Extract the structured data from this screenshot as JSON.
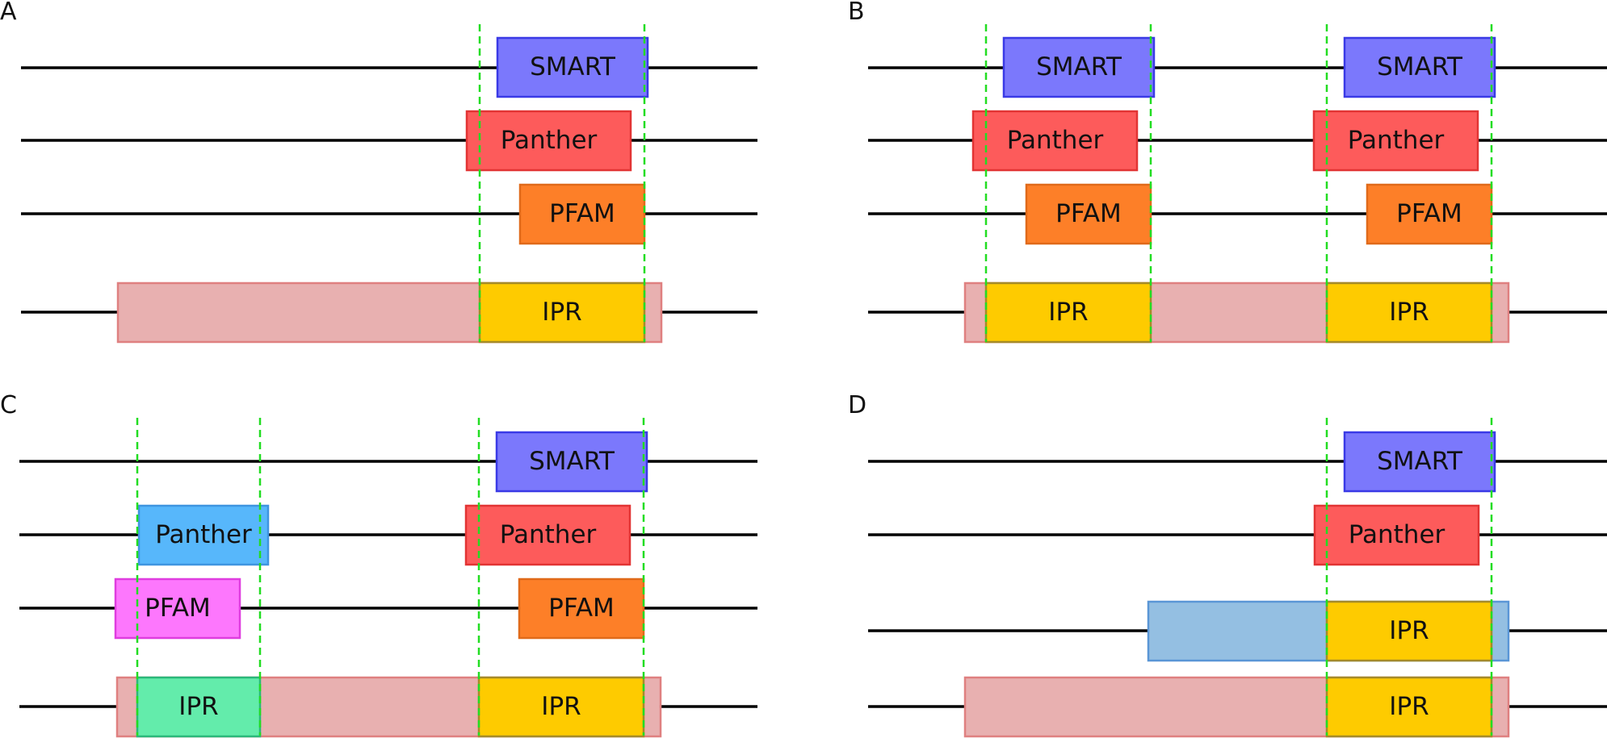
{
  "colors": {
    "line": "#000000",
    "guide": "#22dd22",
    "smart_fill": "#7b78fc",
    "smart_stroke": "#3a3ae6",
    "panther_fill": "#fd5b5b",
    "panther_stroke": "#e23434",
    "pfam_fill": "#fd7f28",
    "pfam_stroke": "#e06a1a",
    "ipr_fill": "#fecb00",
    "ipr_stroke": "#a58b28",
    "region_fill": "#e8b0b0",
    "region_stroke": "#df8080",
    "panther_alt_fill": "#57b7fb",
    "panther_alt_stroke": "#3f95e0",
    "pfam_alt_fill": "#fd77fd",
    "pfam_alt_stroke": "#df3ddf",
    "ipr_alt_fill": "#63ecab",
    "ipr_alt_stroke": "#2ab87a",
    "region_alt_fill": "#94bfe2",
    "region_alt_stroke": "#5a96d6"
  },
  "panels": [
    {
      "letter": "A",
      "boxes": [
        {
          "kind": "smart",
          "label": "SMART"
        },
        {
          "kind": "panther",
          "label": "Panther"
        },
        {
          "kind": "pfam",
          "label": "PFAM"
        },
        {
          "kind": "region",
          "label": ""
        },
        {
          "kind": "ipr",
          "label": "IPR"
        }
      ]
    },
    {
      "letter": "B",
      "boxes": [
        {
          "kind": "smart",
          "label": "SMART"
        },
        {
          "kind": "smart",
          "label": "SMART"
        },
        {
          "kind": "panther",
          "label": "Panther"
        },
        {
          "kind": "panther",
          "label": "Panther"
        },
        {
          "kind": "pfam",
          "label": "PFAM"
        },
        {
          "kind": "pfam",
          "label": "PFAM"
        },
        {
          "kind": "region",
          "label": ""
        },
        {
          "kind": "ipr",
          "label": "IPR"
        },
        {
          "kind": "ipr",
          "label": "IPR"
        }
      ]
    },
    {
      "letter": "C",
      "boxes": [
        {
          "kind": "smart",
          "label": "SMART"
        },
        {
          "kind": "panther_alt",
          "label": "Panther"
        },
        {
          "kind": "panther",
          "label": "Panther"
        },
        {
          "kind": "pfam_alt",
          "label": "PFAM"
        },
        {
          "kind": "pfam",
          "label": "PFAM"
        },
        {
          "kind": "region",
          "label": ""
        },
        {
          "kind": "ipr_alt",
          "label": "IPR"
        },
        {
          "kind": "ipr",
          "label": "IPR"
        }
      ]
    },
    {
      "letter": "D",
      "boxes": [
        {
          "kind": "smart",
          "label": "SMART"
        },
        {
          "kind": "panther",
          "label": "Panther"
        },
        {
          "kind": "region_alt",
          "label": ""
        },
        {
          "kind": "ipr",
          "label": "IPR"
        },
        {
          "kind": "region",
          "label": ""
        },
        {
          "kind": "ipr",
          "label": "IPR"
        }
      ]
    }
  ]
}
